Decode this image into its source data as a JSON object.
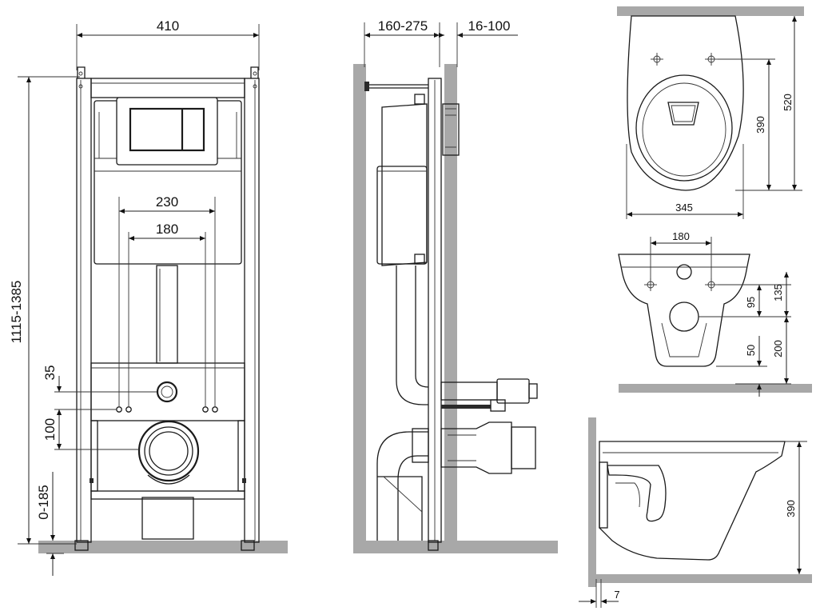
{
  "front_view": {
    "width_label": "410",
    "height_label": "1115-1385",
    "inner_wide_label": "230",
    "inner_narrow_label": "180",
    "offset_35_label": "35",
    "offset_100_label": "100",
    "floor_range_label": "0-185"
  },
  "side_view": {
    "depth_label": "160-275",
    "wall_label": "16-100"
  },
  "bowl_top_view": {
    "length_label": "520",
    "hole_distance_label": "390",
    "width_label": "345"
  },
  "bowl_back_view": {
    "hole_spacing_label": "180",
    "label_135": "135",
    "label_95": "95",
    "label_200": "200",
    "label_50": "50"
  },
  "bowl_side_view": {
    "height_label": "390",
    "gap_label": "7"
  },
  "colors": {
    "wall": "#a8a8a8",
    "line": "#1a1a1a"
  }
}
